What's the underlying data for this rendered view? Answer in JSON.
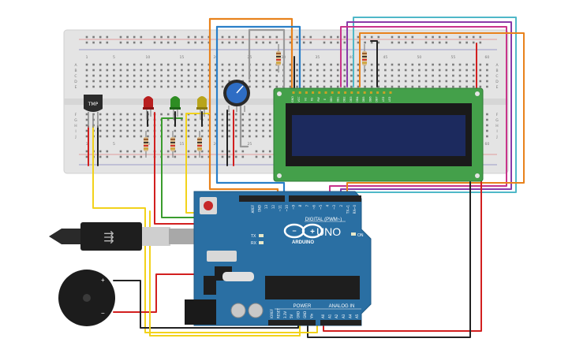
{
  "breadboard": {
    "column_numbers": [
      "1",
      "5",
      "10",
      "15",
      "20",
      "25",
      "30",
      "35",
      "40",
      "45",
      "50",
      "55",
      "60"
    ],
    "row_letters_top": [
      "A",
      "B",
      "C",
      "D",
      "E"
    ],
    "row_letters_bottom": [
      "F",
      "G",
      "H",
      "I",
      "J"
    ]
  },
  "temp_sensor": {
    "label": "TMP"
  },
  "lcd": {
    "pin_labels": [
      "GND",
      "VCC",
      "V0",
      "RS",
      "RW",
      "E",
      "DB0",
      "DB1",
      "DB2",
      "DB3",
      "DB4",
      "DB5",
      "DB6",
      "DB7",
      "LED",
      "LED"
    ],
    "screen_color": "#1c2a5e",
    "board_color": "#44a04a"
  },
  "arduino": {
    "model": "UNO",
    "brand": "ARDUINO",
    "digital_label": "DIGITAL (PWM~)",
    "analog_label": "ANALOG IN",
    "power_label": "POWER",
    "tx_label": "TX",
    "rx_label": "RX",
    "on_label": "ON",
    "top_pins": [
      "AREF",
      "GND",
      "13",
      "12",
      "~11",
      "~10",
      "~9",
      "8",
      "7",
      "~6",
      "~5",
      "4",
      "~3",
      "2",
      "TX→1",
      "RX←0"
    ],
    "power_pins": [
      "IOREF",
      "RESET",
      "3.3V",
      "5V",
      "GND",
      "GND",
      "Vin"
    ],
    "analog_pins": [
      "A0",
      "A1",
      "A2",
      "A3",
      "A4",
      "A5"
    ],
    "board_color": "#2a6fa3"
  },
  "buzzer": {
    "plus": "+",
    "minus": "−"
  },
  "colors": {
    "wire_red": "#d21f1f",
    "wire_black": "#222222",
    "wire_yellow": "#f2d21b",
    "wire_green": "#3a9c2e",
    "wire_orange": "#e8821c",
    "wire_blue": "#2a7fc8",
    "wire_purple": "#8a3aa8",
    "wire_magenta": "#c8338a",
    "wire_cyan": "#4fb8c8",
    "wire_gray": "#9a9a9a"
  }
}
